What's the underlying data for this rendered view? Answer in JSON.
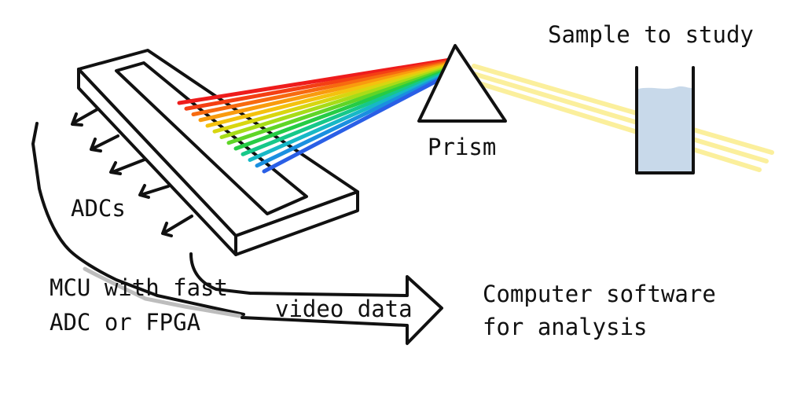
{
  "labels": {
    "sample": "Sample to study",
    "prism": "Prism",
    "adcs": "ADCs",
    "mcu_line1": "MCU with fast",
    "mcu_line2": "ADC or FPGA",
    "video_data": "video data",
    "computer_line1": "Computer software",
    "computer_line2": "for analysis"
  },
  "colors": {
    "stroke": "#111111",
    "light_beam": "#fbef9c",
    "liquid": "#c8d9ea",
    "mcu_gray": "#bdbdbd",
    "spectrum": [
      "#ee1c1c",
      "#f43f14",
      "#f76a10",
      "#f99b0e",
      "#f4c20e",
      "#d8d610",
      "#a7dc18",
      "#5fd527",
      "#25cc45",
      "#16c88a",
      "#17b8c6",
      "#1a8fe0",
      "#2a5fe6"
    ]
  }
}
